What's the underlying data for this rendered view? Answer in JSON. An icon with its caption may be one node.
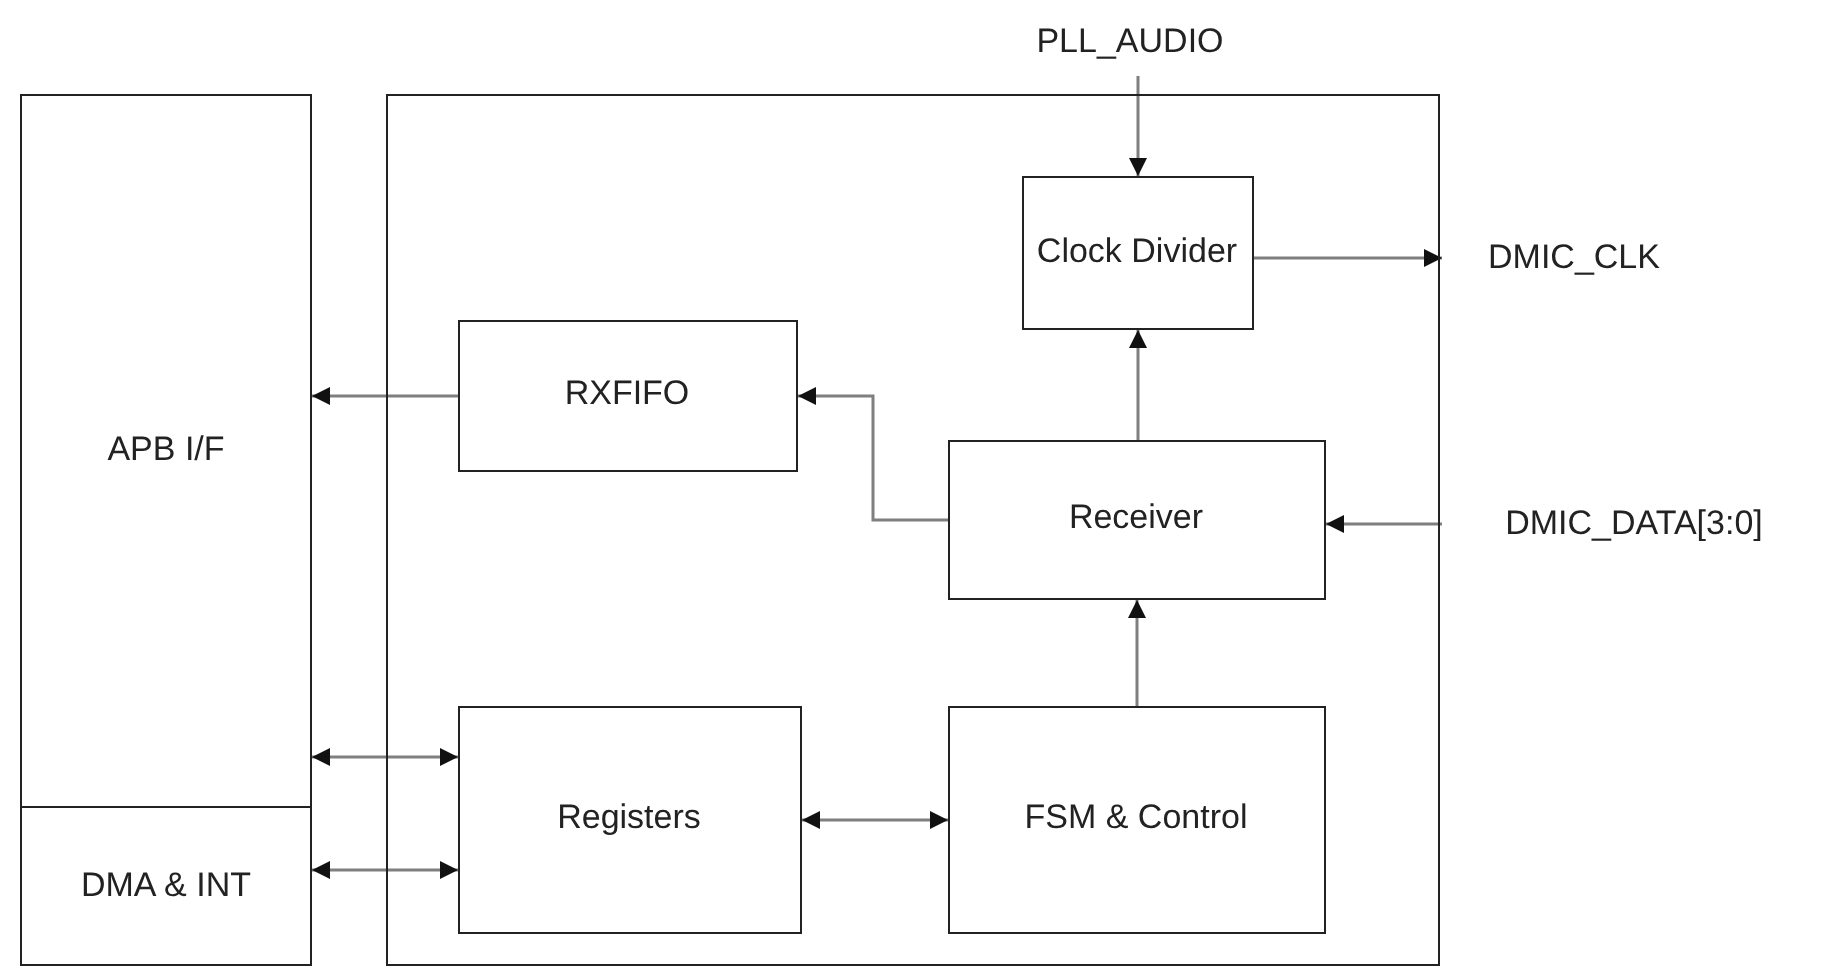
{
  "diagram": {
    "nodes": [
      {
        "text": [
          "APB I/F"
        ]
      },
      {
        "text": [
          "DMA & INT"
        ]
      },
      {
        "text": [],
        "shape": "box"
      },
      {
        "text": [
          "Clock Divider"
        ],
        "in": 2
      },
      {
        "text": [
          "RXFIFO"
        ],
        "in": 2
      },
      {
        "text": [
          "Receiver"
        ],
        "in": 2
      },
      {
        "text": [
          "Registers"
        ],
        "in": 2
      },
      {
        "text": [
          "FSM & Control"
        ],
        "in": 2
      },
      {
        "text": [
          "PLL_AUDIO"
        ]
      },
      {
        "text": [
          "DMIC_CLK"
        ]
      },
      {
        "text": [
          "DMIC_DATA[3:0]"
        ]
      }
    ],
    "edges": [
      {
        "from": 8,
        "to": 3,
        "arrow": "to"
      },
      {
        "from": 3,
        "to": 9,
        "arrow": "to"
      },
      {
        "from": 10,
        "to": 5,
        "arrow": "to"
      },
      {
        "from": 5,
        "to": 3,
        "arrow": "to"
      },
      {
        "from": 7,
        "to": 5,
        "arrow": "to"
      },
      {
        "from": 5,
        "to": 4,
        "arrow": "to"
      },
      {
        "from": 4,
        "to": 0,
        "arrow": "to"
      },
      {
        "from": 6,
        "to": 0,
        "arrow": "both"
      },
      {
        "from": 6,
        "to": 1,
        "arrow": "both"
      },
      {
        "from": 6,
        "to": 7,
        "arrow": "both"
      }
    ]
  }
}
